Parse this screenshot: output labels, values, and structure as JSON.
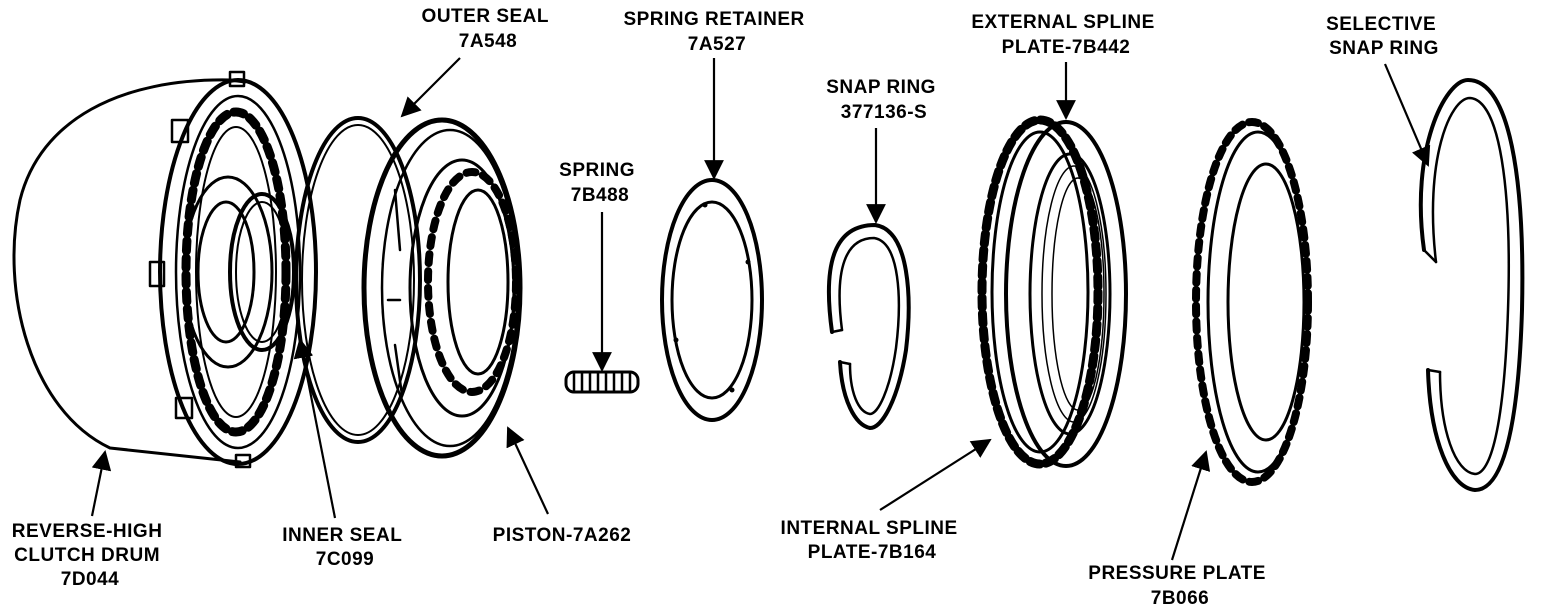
{
  "parts": {
    "drum": {
      "lines": [
        "REVERSE-HIGH",
        "CLUTCH DRUM",
        "7D044"
      ]
    },
    "inner_seal": {
      "lines": [
        "INNER SEAL",
        "7C099"
      ]
    },
    "outer_seal": {
      "lines": [
        "OUTER SEAL",
        "7A548"
      ]
    },
    "piston": {
      "lines": [
        "PISTON-7A262"
      ]
    },
    "spring": {
      "lines": [
        "SPRING",
        "7B488"
      ]
    },
    "retainer": {
      "lines": [
        "SPRING RETAINER",
        "7A527"
      ]
    },
    "snap_ring": {
      "lines": [
        "SNAP RING",
        "377136-S"
      ]
    },
    "internal": {
      "lines": [
        "INTERNAL SPLINE",
        "PLATE-7B164"
      ]
    },
    "external": {
      "lines": [
        "EXTERNAL SPLINE",
        "PLATE-7B442"
      ]
    },
    "pressure": {
      "lines": [
        "PRESSURE PLATE",
        "7B066"
      ]
    },
    "selective": {
      "lines": [
        "SELECTIVE",
        "SNAP RING"
      ]
    }
  },
  "colors": {
    "ink": "#000000",
    "paper": "#ffffff"
  }
}
